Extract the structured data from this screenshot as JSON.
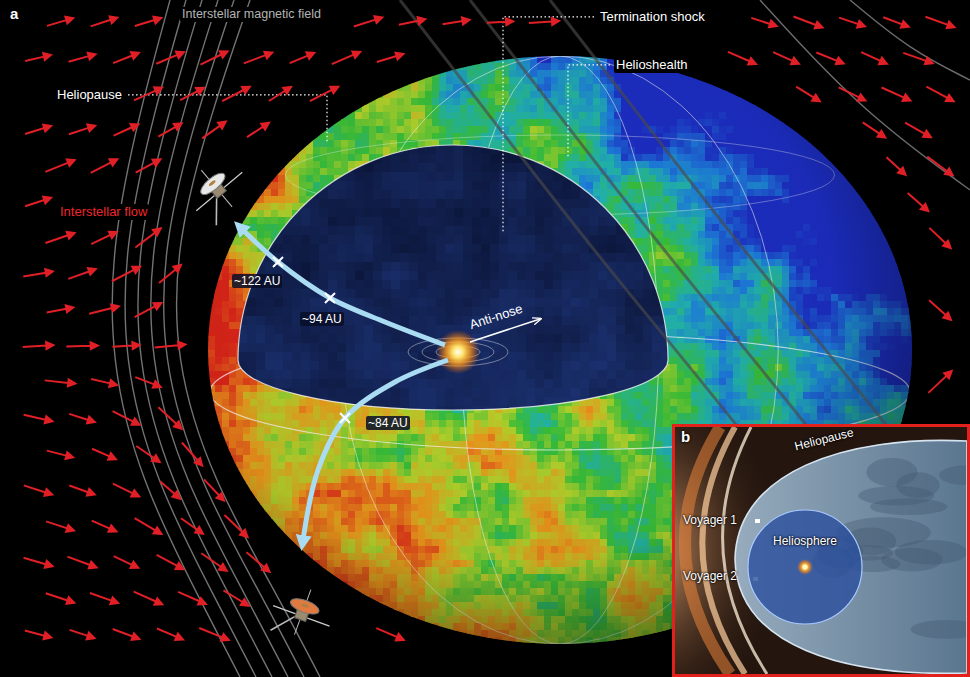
{
  "diagram": {
    "nodes": [
      {
        "text": [
          "b",
          "Heliopause",
          "Voyager 1",
          "Voyager 2"
        ]
      },
      {
        "text": [
          "Heliosphere"
        ],
        "in": 0
      }
    ],
    "labels": [
      "a",
      "Interstellar magnetic field",
      "Heliopause",
      "Termination shock",
      "Helioshealth",
      "Interstellar flow",
      "~122 AU",
      "~94 AU",
      "~84 AU",
      "Anti-nose"
    ]
  }
}
